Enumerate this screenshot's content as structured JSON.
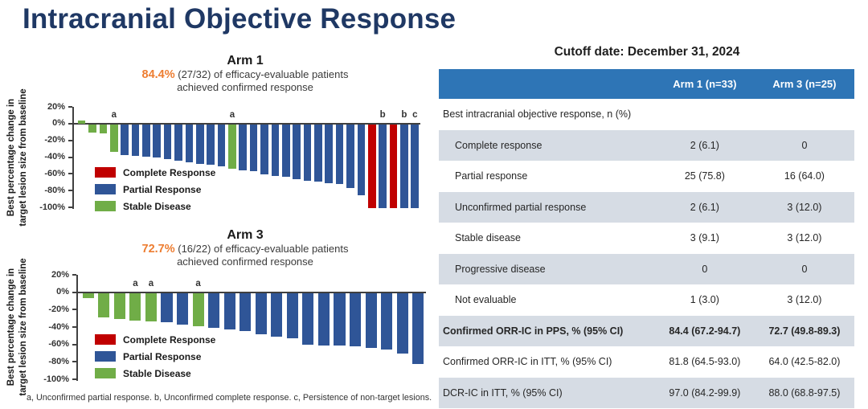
{
  "slide": {
    "title": "Intracranial Objective Response"
  },
  "cutoff": {
    "label": "Cutoff date: December 31, 2024"
  },
  "footnote": "a, Unconfirmed partial response. b, Unconfirmed complete response. c, Persistence of non-target lesions.",
  "colors": {
    "title_navy": "#1F3864",
    "accent_orange": "#ED7D31",
    "complete_response_red": "#C00000",
    "partial_response_blue": "#2F5597",
    "stable_disease_green": "#70AD47",
    "table_header_blue": "#2E75B6",
    "table_row_shade": "#D6DCE4",
    "axis_gray": "#404040"
  },
  "chart_data": [
    {
      "type": "bar",
      "title": "Arm 1",
      "subtitle_highlight": "84.4%",
      "subtitle_rest": " (27/32) of efficacy-evaluable patients",
      "subtitle_line2": "achieved confirmed response",
      "ylabel": "Best percentage change in target lesion size from baseline",
      "ylim": [
        -100,
        20
      ],
      "ytick_values": [
        20,
        0,
        -20,
        -40,
        -60,
        -80,
        -100
      ],
      "ytick_labels": [
        "20%",
        "0%",
        "-20%",
        "-40%",
        "-60%",
        "-80%",
        "-100%"
      ],
      "grid": false,
      "legend_position": "lower-left",
      "legend": [
        {
          "key": "CR",
          "label": "Complete Response"
        },
        {
          "key": "PR",
          "label": "Partial Response"
        },
        {
          "key": "SD",
          "label": "Stable Disease"
        }
      ],
      "bars": [
        {
          "value": 4,
          "response": "SD"
        },
        {
          "value": -10,
          "response": "SD"
        },
        {
          "value": -11,
          "response": "SD"
        },
        {
          "value": -33,
          "response": "SD",
          "note": "a"
        },
        {
          "value": -37,
          "response": "PR"
        },
        {
          "value": -38,
          "response": "PR"
        },
        {
          "value": -39,
          "response": "PR"
        },
        {
          "value": -40,
          "response": "PR"
        },
        {
          "value": -41,
          "response": "PR"
        },
        {
          "value": -43,
          "response": "PR"
        },
        {
          "value": -45,
          "response": "PR"
        },
        {
          "value": -47,
          "response": "PR"
        },
        {
          "value": -48,
          "response": "PR"
        },
        {
          "value": -50,
          "response": "PR"
        },
        {
          "value": -53,
          "response": "SD",
          "note": "a"
        },
        {
          "value": -55,
          "response": "PR"
        },
        {
          "value": -56,
          "response": "PR"
        },
        {
          "value": -60,
          "response": "PR"
        },
        {
          "value": -62,
          "response": "PR"
        },
        {
          "value": -63,
          "response": "PR"
        },
        {
          "value": -65,
          "response": "PR"
        },
        {
          "value": -67,
          "response": "PR"
        },
        {
          "value": -68,
          "response": "PR"
        },
        {
          "value": -70,
          "response": "PR"
        },
        {
          "value": -71,
          "response": "PR"
        },
        {
          "value": -76,
          "response": "PR"
        },
        {
          "value": -85,
          "response": "PR"
        },
        {
          "value": -100,
          "response": "CR"
        },
        {
          "value": -100,
          "response": "PR",
          "note": "b"
        },
        {
          "value": -100,
          "response": "CR"
        },
        {
          "value": -100,
          "response": "PR",
          "note": "b"
        },
        {
          "value": -100,
          "response": "PR",
          "note": "c"
        }
      ]
    },
    {
      "type": "bar",
      "title": "Arm 3",
      "subtitle_highlight": "72.7%",
      "subtitle_rest": " (16/22) of efficacy-evaluable patients",
      "subtitle_line2": "achieved confirmed response",
      "ylabel": "Best percentage change in target lesion size from baseline",
      "ylim": [
        -100,
        20
      ],
      "ytick_values": [
        20,
        0,
        -20,
        -40,
        -60,
        -80,
        -100
      ],
      "ytick_labels": [
        "20%",
        "0%",
        "-20%",
        "-40%",
        "-60%",
        "-80%",
        "-100%"
      ],
      "grid": false,
      "legend_position": "lower-left",
      "legend": [
        {
          "key": "CR",
          "label": "Complete Response"
        },
        {
          "key": "PR",
          "label": "Partial Response"
        },
        {
          "key": "SD",
          "label": "Stable Disease"
        }
      ],
      "bars": [
        {
          "value": -6,
          "response": "SD"
        },
        {
          "value": -28,
          "response": "SD"
        },
        {
          "value": -30,
          "response": "SD"
        },
        {
          "value": -32,
          "response": "SD",
          "note": "a"
        },
        {
          "value": -33,
          "response": "SD",
          "note": "a"
        },
        {
          "value": -34,
          "response": "PR"
        },
        {
          "value": -36,
          "response": "PR"
        },
        {
          "value": -38,
          "response": "SD",
          "note": "a"
        },
        {
          "value": -40,
          "response": "PR"
        },
        {
          "value": -42,
          "response": "PR"
        },
        {
          "value": -44,
          "response": "PR"
        },
        {
          "value": -47,
          "response": "PR"
        },
        {
          "value": -50,
          "response": "PR"
        },
        {
          "value": -52,
          "response": "PR"
        },
        {
          "value": -59,
          "response": "PR"
        },
        {
          "value": -60,
          "response": "PR"
        },
        {
          "value": -60,
          "response": "PR"
        },
        {
          "value": -61,
          "response": "PR"
        },
        {
          "value": -63,
          "response": "PR"
        },
        {
          "value": -65,
          "response": "PR"
        },
        {
          "value": -70,
          "response": "PR"
        },
        {
          "value": -82,
          "response": "PR"
        }
      ]
    }
  ],
  "results_table": {
    "columns": [
      "",
      "Arm 1 (n=33)",
      "Arm 3 (n=25)"
    ],
    "rows": [
      {
        "label": "Best intracranial objective response, n (%)",
        "arm1": "",
        "arm3": "",
        "section": true
      },
      {
        "label": "Complete response",
        "arm1": "2 (6.1)",
        "arm3": "0",
        "indent": true
      },
      {
        "label": "Partial response",
        "arm1": "25 (75.8)",
        "arm3": "16 (64.0)",
        "indent": true
      },
      {
        "label": "Unconfirmed partial response",
        "arm1": "2 (6.1)",
        "arm3": "3 (12.0)",
        "indent": true
      },
      {
        "label": "Stable disease",
        "arm1": "3 (9.1)",
        "arm3": "3 (12.0)",
        "indent": true
      },
      {
        "label": "Progressive disease",
        "arm1": "0",
        "arm3": "0",
        "indent": true
      },
      {
        "label": "Not evaluable",
        "arm1": "1 (3.0)",
        "arm3": "3 (12.0)",
        "indent": true
      },
      {
        "label": "Confirmed ORR-IC in PPS, % (95% CI)",
        "arm1": "84.4 (67.2-94.7)",
        "arm3": "72.7 (49.8-89.3)",
        "bold": true
      },
      {
        "label": "Confirmed ORR-IC in ITT, % (95% CI)",
        "arm1": "81.8 (64.5-93.0)",
        "arm3": "64.0 (42.5-82.0)"
      },
      {
        "label": "DCR-IC in ITT, % (95% CI)",
        "arm1": "97.0 (84.2-99.9)",
        "arm3": "88.0 (68.8-97.5)"
      }
    ]
  }
}
